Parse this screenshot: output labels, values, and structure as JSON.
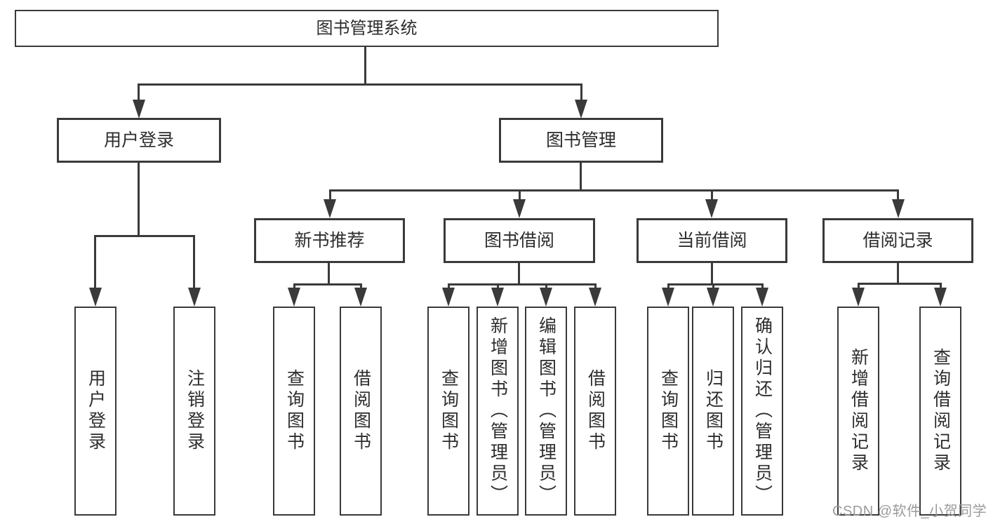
{
  "diagram": {
    "root": "图书管理系统",
    "branches": [
      {
        "label": "用户登录",
        "leaves": [
          "用户登录",
          "注销登录"
        ]
      },
      {
        "label": "图书管理",
        "children": [
          {
            "label": "新书推荐",
            "leaves": [
              "查询图书",
              "借阅图书"
            ]
          },
          {
            "label": "图书借阅",
            "leaves": [
              "查询图书",
              "新增图书（管理员）",
              "编辑图书（管理员）",
              "借阅图书"
            ]
          },
          {
            "label": "当前借阅",
            "leaves": [
              "查询图书",
              "归还图书",
              "确认归还（管理员）"
            ]
          },
          {
            "label": "借阅记录",
            "leaves": [
              "新增借阅记录",
              "查询借阅记录"
            ]
          }
        ]
      }
    ]
  },
  "watermark": "CSDN @软件_小贺同学",
  "colors": {
    "line": "#3a3a3a",
    "text": "#2d2d2d",
    "watermark": "#9b9b9b",
    "background": "#ffffff"
  }
}
